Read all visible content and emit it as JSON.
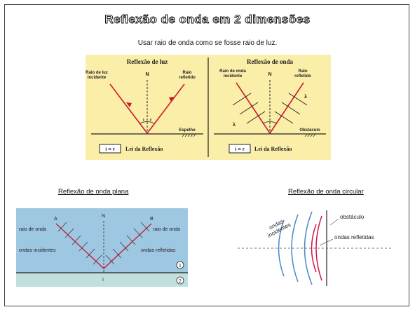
{
  "slide": {
    "title": "Reflexão de onda em 2 dimensões",
    "subtitle": "Usar raio de onda como se fosse raio de luz."
  },
  "panel_light": {
    "heading": "Reflexão de luz",
    "incident": [
      "Raio de luz",
      "incidente"
    ],
    "normal": "N",
    "reflected": [
      "Raio",
      "refletido"
    ],
    "i": "i",
    "r": "r",
    "mirror": "Espelho",
    "eq": "i = r",
    "law": "Lei da Reflexão"
  },
  "panel_wave": {
    "heading": "Reflexão de onda",
    "incident": [
      "Raio de onda",
      "incidente"
    ],
    "normal": "N",
    "reflected": [
      "Raio",
      "refletido"
    ],
    "lambda": "λ",
    "obstacle": "Obstáculo",
    "eq": "i = r",
    "law": "Lei da Reflexão"
  },
  "caption_plane": "Reflexão de onda plana",
  "caption_circular": "Reflexão de onda circular",
  "plane": {
    "A": "A",
    "B": "B",
    "N": "N",
    "I": "I",
    "ray_left": "raio de onda",
    "ray_right": "raio de onda",
    "incident": "ondas incidentes",
    "reflected": "ondas refletidas",
    "m1": "1",
    "m2": "2"
  },
  "circular": {
    "incident": [
      "ondas",
      "incidentes"
    ],
    "obstacle": "obstáculo",
    "reflected": "ondas refletidas"
  }
}
